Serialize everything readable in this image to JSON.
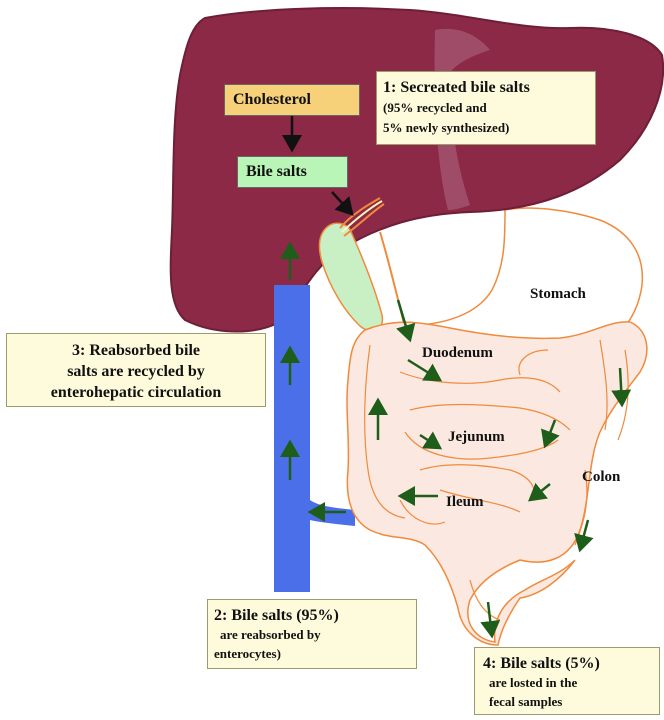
{
  "labels": {
    "cholesterol": "Cholesterol",
    "bile_salts": "Bile salts",
    "stomach": "Stomach",
    "duodenum": "Duodenum",
    "jejunum": "Jejunum",
    "ileum": "Ileum",
    "colon": "Colon"
  },
  "callouts": {
    "secreted": {
      "line1": "1: Secreated bile salts",
      "line2": "(95% recycled and",
      "line3": "5% newly synthesized)"
    },
    "reabsorbed": {
      "line1": "2: Bile salts (95%)",
      "line2": "are reabsorbed by",
      "line3": "enterocytes)"
    },
    "recycled": {
      "line1": "3: Reabsorbed bile",
      "line2": "salts are recycled by",
      "line3": "enterohepatic circulation"
    },
    "lost": {
      "line1": "4: Bile salts (5%)",
      "line2": "are losted in the",
      "line3": "fecal samples"
    }
  },
  "colors": {
    "liver": "#8b2947",
    "liver_outline": "#6e1f38",
    "gallbladder": "#c8f0c4",
    "intestine_fill": "#fbe9e1",
    "intestine_outline": "#f08a3c",
    "portal_vein": "#4b6fe8",
    "arrow_green": "#1f5d1a",
    "cholesterol_box": "#f7d07a",
    "bile_box": "#b9f5b6",
    "callout_bg": "#fefbdc"
  }
}
